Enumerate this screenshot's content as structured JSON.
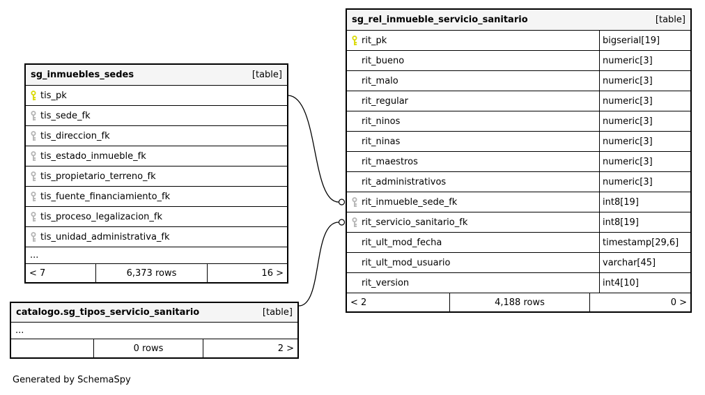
{
  "diagram": {
    "generated_by": "Generated by SchemaSpy",
    "colors": {
      "pk_key": "#d9d900",
      "fk_key": "#b4b4b4",
      "header_bg": "#f5f5f5"
    }
  },
  "tables": {
    "inmuebles": {
      "title": "sg_inmuebles_sedes",
      "badge": "[table]",
      "columns": [
        {
          "name": "tis_pk",
          "key": "pk"
        },
        {
          "name": "tis_sede_fk",
          "key": "fk"
        },
        {
          "name": "tis_direccion_fk",
          "key": "fk"
        },
        {
          "name": "tis_estado_inmueble_fk",
          "key": "fk"
        },
        {
          "name": "tis_propietario_terreno_fk",
          "key": "fk"
        },
        {
          "name": "tis_fuente_financiamiento_fk",
          "key": "fk"
        },
        {
          "name": "tis_proceso_legalizacion_fk",
          "key": "fk"
        },
        {
          "name": "tis_unidad_administrativa_fk",
          "key": "fk"
        }
      ],
      "ellipsis": "...",
      "footer": {
        "left": "< 7",
        "center": "6,373 rows",
        "right": "16 >"
      }
    },
    "rel": {
      "title": "sg_rel_inmueble_servicio_sanitario",
      "badge": "[table]",
      "columns": [
        {
          "name": "rit_pk",
          "key": "pk",
          "type": "bigserial[19]"
        },
        {
          "name": "rit_bueno",
          "key": "",
          "type": "numeric[3]"
        },
        {
          "name": "rit_malo",
          "key": "",
          "type": "numeric[3]"
        },
        {
          "name": "rit_regular",
          "key": "",
          "type": "numeric[3]"
        },
        {
          "name": "rit_ninos",
          "key": "",
          "type": "numeric[3]"
        },
        {
          "name": "rit_ninas",
          "key": "",
          "type": "numeric[3]"
        },
        {
          "name": "rit_maestros",
          "key": "",
          "type": "numeric[3]"
        },
        {
          "name": "rit_administrativos",
          "key": "",
          "type": "numeric[3]"
        },
        {
          "name": "rit_inmueble_sede_fk",
          "key": "fk",
          "type": "int8[19]"
        },
        {
          "name": "rit_servicio_sanitario_fk",
          "key": "fk",
          "type": "int8[19]"
        },
        {
          "name": "rit_ult_mod_fecha",
          "key": "",
          "type": "timestamp[29,6]"
        },
        {
          "name": "rit_ult_mod_usuario",
          "key": "",
          "type": "varchar[45]"
        },
        {
          "name": "rit_version",
          "key": "",
          "type": "int4[10]"
        }
      ],
      "footer": {
        "left": "< 2",
        "center": "4,188 rows",
        "right": "0 >"
      }
    },
    "catalogo": {
      "title": "catalogo.sg_tipos_servicio_sanitario",
      "badge": "[table]",
      "ellipsis": "...",
      "footer": {
        "left": "",
        "center": "0 rows",
        "right": "2 >"
      }
    }
  }
}
